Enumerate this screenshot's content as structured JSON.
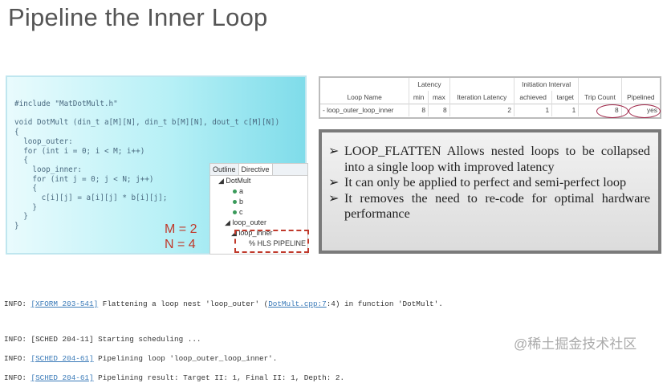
{
  "title": "Pipeline the Inner Loop",
  "code": "#include \"MatDotMult.h\"\n\nvoid DotMult (din_t a[M][N], din_t b[M][N], dout_t c[M][N])\n{\n  loop_outer:\n  for (int i = 0; i < M; i++)\n  {\n    loop_inner:\n    for (int j = 0; j < N; j++)\n    {\n      c[i][j] = a[i][j] * b[i][j];\n    }\n  }\n}",
  "params": {
    "m": "M = 2",
    "n": "N = 4"
  },
  "outline": {
    "tabs": [
      "Outline",
      "Directive"
    ],
    "items": [
      "DotMult",
      "a",
      "b",
      "c",
      "loop_outer",
      "loop_inner",
      "% HLS PIPELINE"
    ]
  },
  "table": {
    "group_latency": "Latency",
    "group_ii": "Initiation Interval",
    "headers": [
      "Loop Name",
      "min",
      "max",
      "Iteration Latency",
      "achieved",
      "target",
      "Trip Count",
      "Pipelined"
    ],
    "row": [
      "- loop_outer_loop_inner",
      "8",
      "8",
      "2",
      "1",
      "1",
      "8",
      "yes"
    ]
  },
  "bullets": [
    "LOOP_FLATTEN Allows nested loops to be collapsed into a single loop with improved latency",
    "It can only be applied to perfect and semi-perfect loop",
    "It removes the need to re-code for optimal hardware performance"
  ],
  "log": [
    {
      "prefix": "INFO: ",
      "link": "[XFORM 203-541]",
      "text1": " Flattening a loop nest 'loop_outer' (",
      "link2": "DotMult.cpp:7",
      "text2": ":4) in function 'DotMult'."
    },
    {
      "prefix": "INFO: ",
      "plain": "[SCHED 204-11]",
      "text1": " Starting scheduling ..."
    },
    {
      "prefix": "INFO: ",
      "link": "[SCHED 204-61]",
      "text1": " Pipelining loop 'loop_outer_loop_inner'."
    },
    {
      "prefix": "INFO: ",
      "link": "[SCHED 204-61]",
      "text1": " Pipelining result: Target II: 1, Final II: 1, Depth: 2."
    }
  ],
  "watermark": "@稀土掘金技术社区"
}
